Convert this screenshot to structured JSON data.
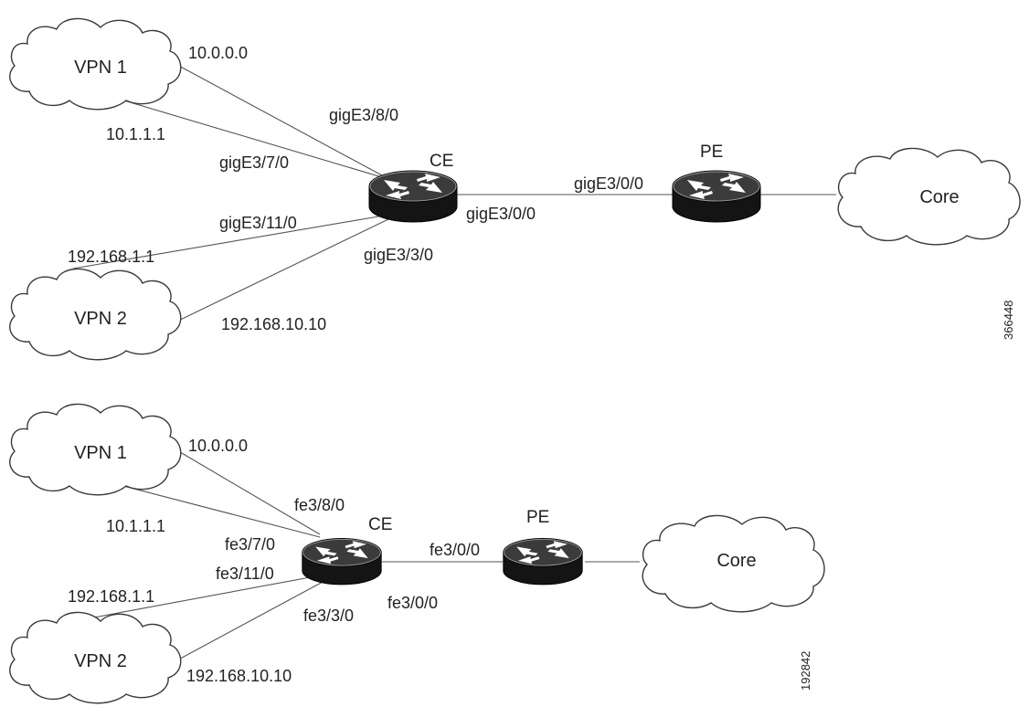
{
  "diagram_top": {
    "ce_label": "CE",
    "pe_label": "PE",
    "clouds": {
      "vpn1": "VPN 1",
      "vpn2": "VPN 2",
      "core": "Core"
    },
    "addresses": {
      "vpn1_a": "10.0.0.0",
      "vpn1_b": "10.1.1.1",
      "vpn2_a": "192.168.1.1",
      "vpn2_b": "192.168.10.10"
    },
    "interfaces": {
      "ce_vpn1_a": "gigE3/8/0",
      "ce_vpn1_b": "gigE3/7/0",
      "ce_vpn2_a": "gigE3/11/0",
      "ce_vpn2_b": "gigE3/3/0",
      "ce_pe": "gigE3/0/0",
      "pe_ce": "gigE3/0/0"
    },
    "figure_id": "366448"
  },
  "diagram_bottom": {
    "ce_label": "CE",
    "pe_label": "PE",
    "clouds": {
      "vpn1": "VPN 1",
      "vpn2": "VPN 2",
      "core": "Core"
    },
    "addresses": {
      "vpn1_a": "10.0.0.0",
      "vpn1_b": "10.1.1.1",
      "vpn2_a": "192.168.1.1",
      "vpn2_b": "192.168.10.10"
    },
    "interfaces": {
      "ce_vpn1_a": "fe3/8/0",
      "ce_vpn1_b": "fe3/7/0",
      "ce_vpn2_a": "fe3/11/0",
      "ce_vpn2_b": "fe3/3/0",
      "ce_pe": "fe3/0/0",
      "pe_ce": "fe3/0/0"
    },
    "figure_id": "192842"
  }
}
